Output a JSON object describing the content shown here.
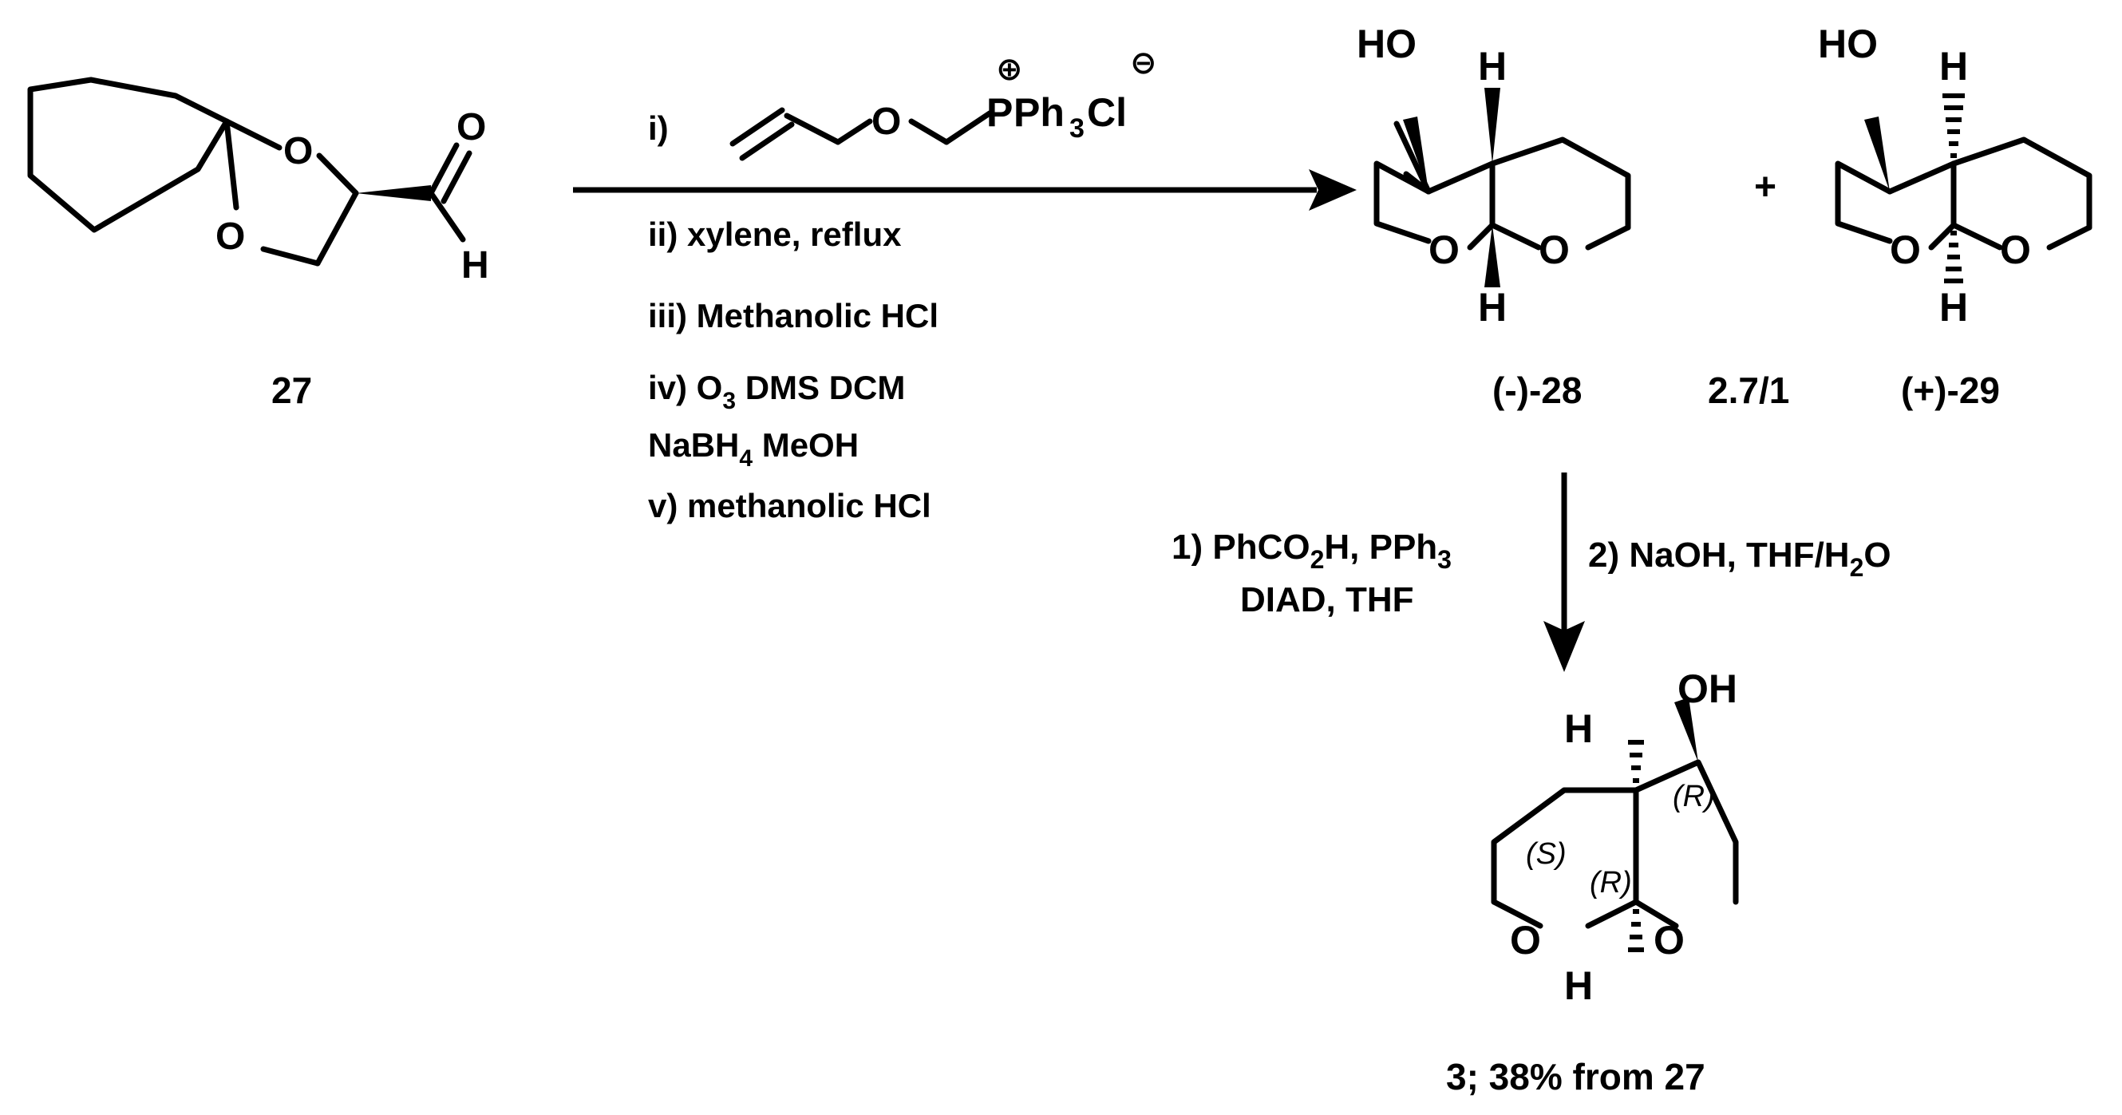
{
  "compounds": {
    "c27": {
      "label": "27"
    },
    "c28": {
      "label": "(-)-28"
    },
    "c29": {
      "label": "(+)-29"
    },
    "c3": {
      "label": "3; 38% from 27"
    },
    "ratio": "2.7/1",
    "plus": "+"
  },
  "reaction1": {
    "step_i": "i)",
    "step_ii": "ii) xylene, reflux",
    "step_iii": "iii) Methanolic HCl",
    "step_iv_prefix": "iv) O",
    "step_iv_sub": "3",
    "step_iv_rest": " DMS DCM",
    "step_iv2_prefix": "NaBH",
    "step_iv2_sub": "4",
    "step_iv2_rest": " MeOH",
    "step_v": "v) methanolic HCl",
    "reagent_p": "P",
    "reagent_ph": "Ph",
    "reagent_sub": "3",
    "reagent_cl": "Cl",
    "reagent_o": "O",
    "plus_charge": "⊕",
    "minus_charge": "⊖"
  },
  "reaction2": {
    "left1_prefix": "1) PhCO",
    "left1_sub": "2",
    "left1_mid": "H, PPh",
    "left1_sub2": "3",
    "left2": "DIAD, THF",
    "right_prefix": "2) NaOH, THF/H",
    "right_sub": "2",
    "right_suffix": "O"
  },
  "atoms": {
    "O": "O",
    "H": "H",
    "HO": "HO",
    "OH": "OH"
  },
  "stereo": {
    "R": "(R)",
    "S": "(S)"
  }
}
